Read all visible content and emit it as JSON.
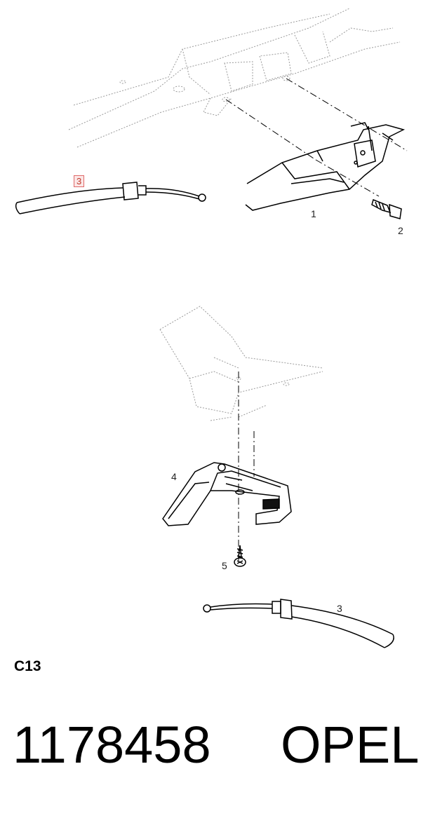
{
  "callouts": {
    "c1": "1",
    "c2": "2",
    "c3_top": "3",
    "c4": "4",
    "c5": "5",
    "c3_bottom": "3"
  },
  "figure_code": "C13",
  "part_number": "1178458",
  "brand": "OPEL"
}
